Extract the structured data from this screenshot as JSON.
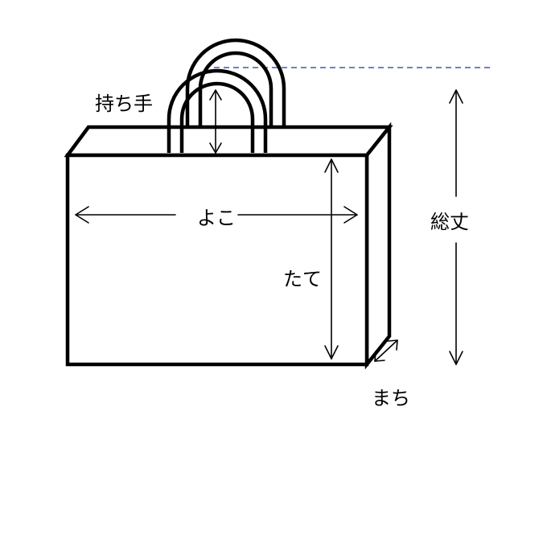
{
  "labels": {
    "handle": "持ち手",
    "width": "よこ",
    "height": "たて",
    "gusset": "まち",
    "total_height": "総丈"
  },
  "colors": {
    "outline": "#000000",
    "dashed_guide": "#3b5ba8",
    "background": "#ffffff"
  }
}
